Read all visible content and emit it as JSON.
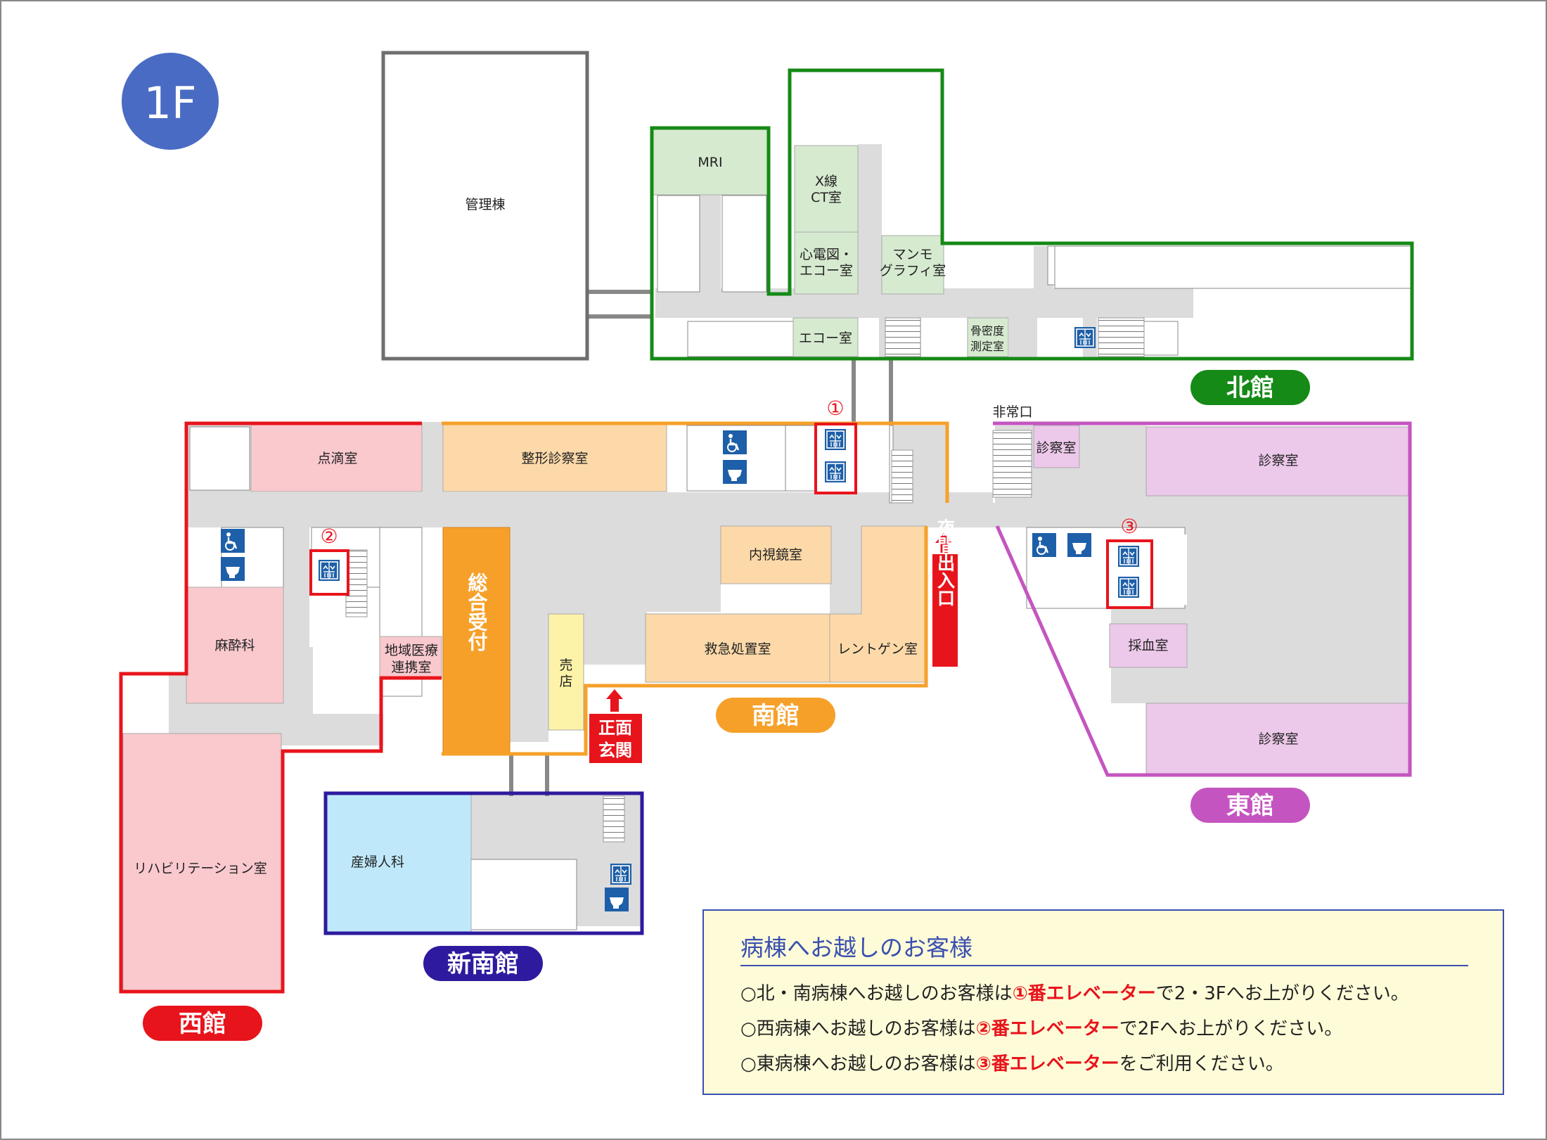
{
  "floor": "1F",
  "buildings": {
    "north": "北館",
    "south": "南館",
    "east": "東館",
    "west": "西館",
    "new_south": "新南館"
  },
  "rooms": {
    "kanri": "管理棟",
    "mri": "MRI",
    "xray_1": "X線",
    "xray_2": "CT室",
    "ecg_1": "心電図・",
    "ecg_2": "エコー室",
    "mammo_1": "マンモ",
    "mammo_2": "グラフィ室",
    "echo": "エコー室",
    "bone_1": "骨密度",
    "bone_2": "測定室",
    "emergency_exit": "非常口",
    "exam_small": "診察室",
    "exam_east_top": "診察室",
    "exam_east_bottom": "診察室",
    "blood": "採血室",
    "drip": "点滴室",
    "ortho": "整形診察室",
    "endoscopy": "内視鏡室",
    "er": "救急処置室",
    "xray_room": "レントゲン室",
    "shop_1": "売",
    "shop_2": "店",
    "reception": "総合受付",
    "regional_1": "地域医療",
    "regional_2": "連携室",
    "anesthesia": "麻酔科",
    "rehab": "リハビリテーション室",
    "obgyn": "産婦人科"
  },
  "entrances": {
    "main_1": "正面",
    "main_2": "玄関",
    "night": "夜間出入口"
  },
  "elevators": {
    "e1": "①",
    "e2": "②",
    "e3": "③"
  },
  "icons": {
    "wc": "WC",
    "elevator": "elevator-icon",
    "accessible_wc": "accessible-toilet-icon",
    "toilet": "toilet-icon"
  },
  "colors": {
    "north": "#158a16",
    "south": "#f6a02a",
    "east": "#c455c0",
    "west": "#e8141c",
    "new_south": "#2d1a9e",
    "floor_badge": "#4a6bc4",
    "accent_red": "#e8141c"
  },
  "notice": {
    "title": "病棟へお越しのお客様",
    "lines": [
      {
        "a": "○北・南病棟へお越しのお客様は",
        "hl": "①番エレベーター",
        "b": "で2・3Fへお上がりください。"
      },
      {
        "a": "○西病棟へお越しのお客様は",
        "hl": "②番エレベーター",
        "b": "で2Fへお上がりください。"
      },
      {
        "a": "○東病棟へお越しのお客様は",
        "hl": "③番エレベーター",
        "b": "をご利用ください。"
      }
    ]
  }
}
